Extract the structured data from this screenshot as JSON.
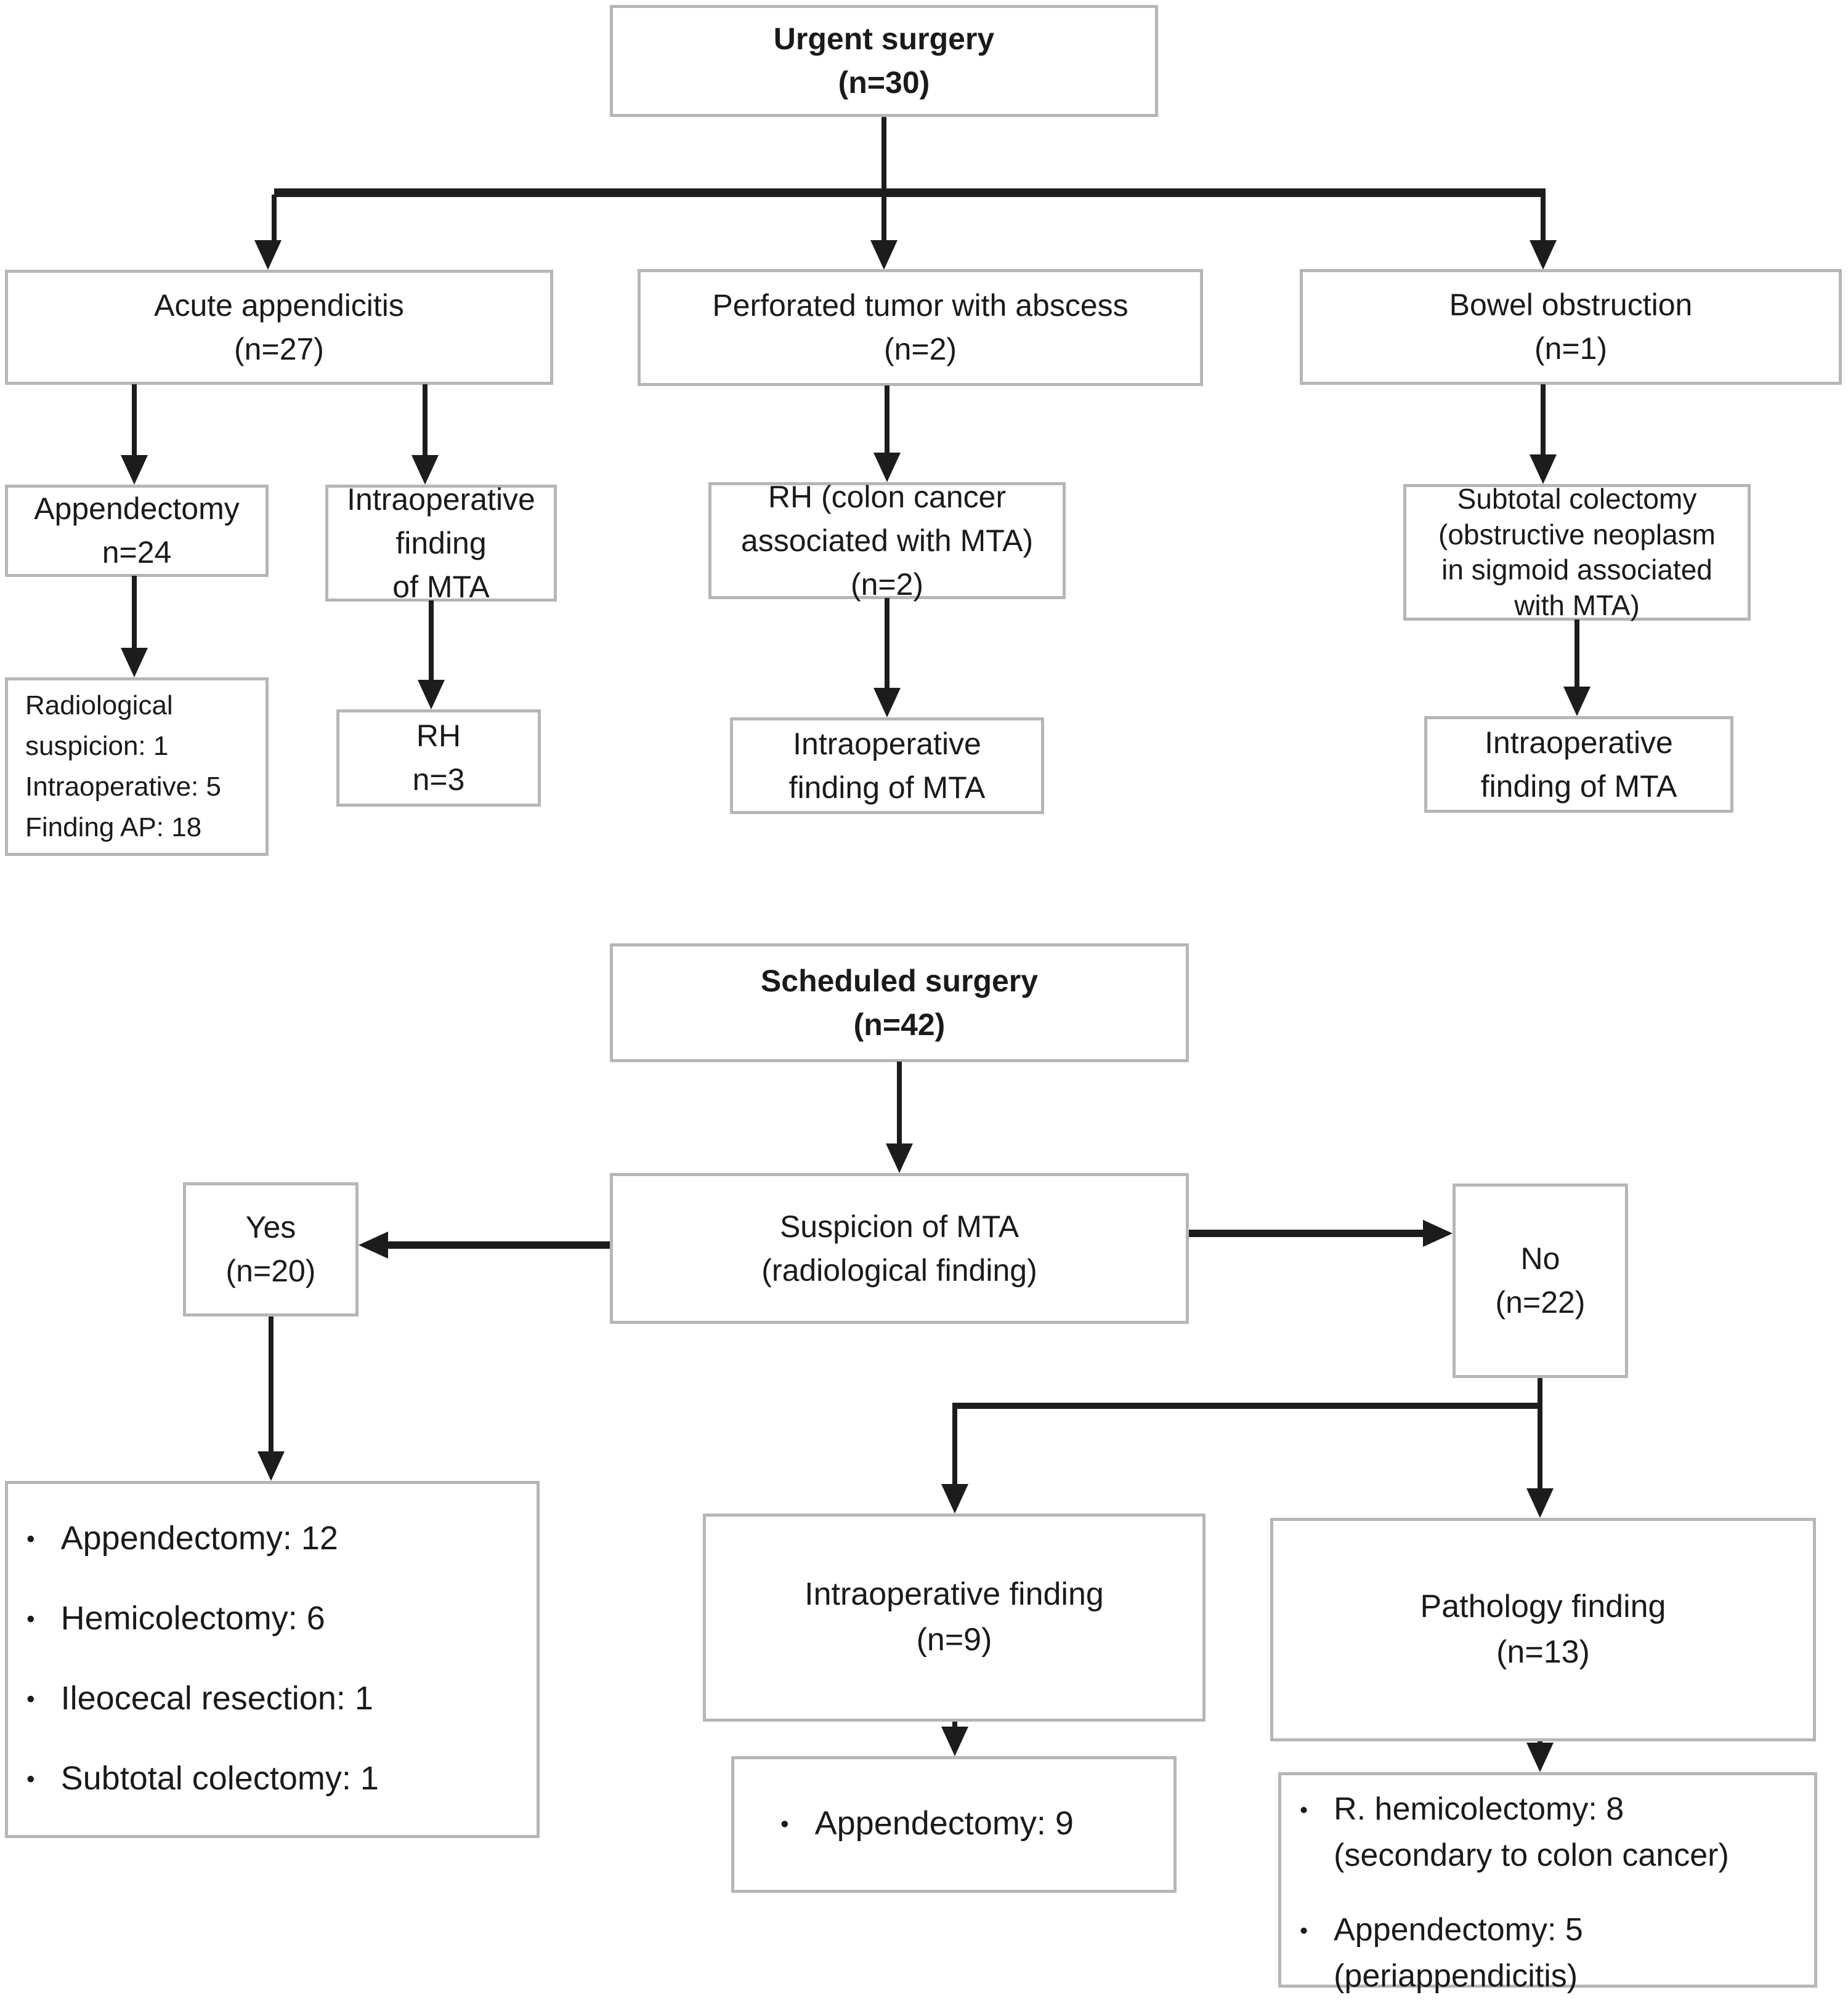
{
  "diagram": {
    "colors": {
      "box_border": "#b4b7ba",
      "box_fill": "#ffffff",
      "line": "#1c1c1c",
      "text": "#1a1a1a",
      "background": "#ffffff"
    },
    "boxes": {
      "urgent_surgery": {
        "line1": "Urgent surgery",
        "line2": "(n=30)"
      },
      "acute_appendicitis": {
        "line1": "Acute appendicitis",
        "line2": "(n=27)"
      },
      "perforated_tumor": {
        "line1": "Perforated tumor with abscess",
        "line2": "(n=2)"
      },
      "bowel_obstruction": {
        "line1": "Bowel obstruction",
        "line2": "(n=1)"
      },
      "appendectomy_24": {
        "line1": "Appendectomy",
        "line2": "n=24"
      },
      "intraop_mta_left": {
        "line1": "Intraoperative",
        "line2": "finding",
        "line3": "of MTA"
      },
      "rh_colon_cancer": {
        "line1": "RH (colon cancer",
        "line2": "associated with MTA)",
        "line3": "(n=2)"
      },
      "subtotal_colectomy": {
        "line1": "Subtotal colectomy",
        "line2": "(obstructive neoplasm",
        "line3": "in sigmoid associated",
        "line4": "with MTA)"
      },
      "appendectomy_detail": {
        "line1": "Radiological",
        "line2": "suspicion: 1",
        "line3": "Intraoperative: 5",
        "line4": "Finding AP: 18"
      },
      "rh_n3": {
        "line1": "RH",
        "line2": "n=3"
      },
      "intraop_mta_mid": {
        "line1": "Intraoperative",
        "line2": "finding of MTA"
      },
      "intraop_mta_right": {
        "line1": "Intraoperative",
        "line2": "finding of MTA"
      },
      "scheduled_surgery": {
        "line1": "Scheduled surgery",
        "line2": "(n=42)"
      },
      "suspicion_mta": {
        "line1": "Suspicion of MTA",
        "line2": "(radiological finding)"
      },
      "yes": {
        "line1": "Yes",
        "line2": "(n=20)"
      },
      "no": {
        "line1": "No",
        "line2": "(n=22)"
      },
      "intraop_finding_9": {
        "line1": "Intraoperative finding",
        "line2": "(n=9)"
      },
      "pathology_finding_13": {
        "line1": "Pathology finding",
        "line2": "(n=13)"
      }
    },
    "bullet_lists": {
      "yes_outcomes": {
        "bullet": "•",
        "items": [
          {
            "label": "Appendectomy: 12"
          },
          {
            "label": "Hemicolectomy: 6"
          },
          {
            "label": "Ileocecal resection: 1"
          },
          {
            "label": "Subtotal colectomy: 1"
          }
        ]
      },
      "intraop_outcomes": {
        "bullet": "•",
        "items": [
          {
            "label": "Appendectomy: 9"
          }
        ]
      },
      "pathology_outcomes": {
        "bullet": "•",
        "items": [
          {
            "label": "R. hemicolectomy: 8",
            "sub": "(secondary to colon cancer)"
          },
          {
            "label": "Appendectomy: 5",
            "sub": "(periappendicitis)"
          }
        ]
      }
    }
  }
}
